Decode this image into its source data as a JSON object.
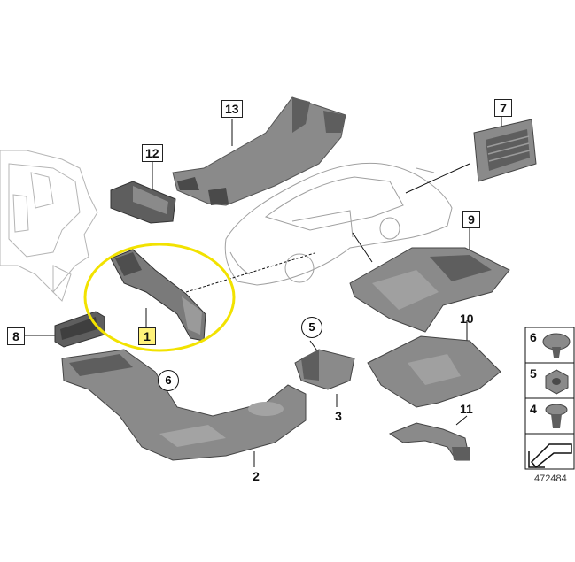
{
  "callouts": {
    "c1": "1",
    "c2": "2",
    "c3": "3",
    "c5": "5",
    "c6": "6",
    "c7": "7",
    "c8": "8",
    "c9": "9",
    "c10": "10",
    "c11": "11",
    "c12": "12",
    "c13": "13"
  },
  "legend": {
    "items": [
      "6",
      "5",
      "4"
    ]
  },
  "reference_number": "472484",
  "colors": {
    "part_fill": "#8a8a8a",
    "part_dark": "#5e5e5e",
    "highlight_ellipse": "#f2e200",
    "highlight_label": "#fff27a",
    "outline": "#9a9a9a"
  }
}
